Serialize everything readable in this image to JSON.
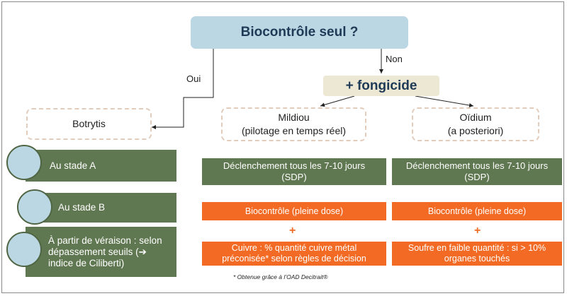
{
  "question": "Biocontrôle seul ?",
  "branch_yes": "Oui",
  "branch_no": "Non",
  "fongicide": "+ fongicide",
  "botrytis": {
    "title": "Botrytis",
    "stages": [
      "Au stade A",
      "Au stade B",
      "À partir de véraison : selon dépassement seuils (➔ indice de Ciliberti)"
    ]
  },
  "mildiou": {
    "title_line1": "Mildiou",
    "title_line2": "(pilotage en temps réel)",
    "trigger": "Déclenchement tous les 7-10 jours (SDP)",
    "bio": "Biocontrôle (pleine dose)",
    "plus": "+",
    "extra": "Cuivre :  % quantité cuivre métal préconisée* selon règles de décision"
  },
  "oidium": {
    "title_line1": "Oïdium",
    "title_line2": "(a posteriori)",
    "trigger": "Déclenchement tous les 7-10 jours (SDP)",
    "bio": "Biocontrôle (pleine dose)",
    "plus": "+",
    "extra": "Soufre en faible quantité : si > 10% organes touchés"
  },
  "footnote": "* Obtenue grâce à l’OAD Decitrait®",
  "colors": {
    "title_fill": "#bcd7e4",
    "fongicide_fill": "#ece8d3",
    "green": "#607851",
    "orange": "#f26a23",
    "dashed_border": "#e2cdbd",
    "text_dark": "#1e3a56"
  }
}
